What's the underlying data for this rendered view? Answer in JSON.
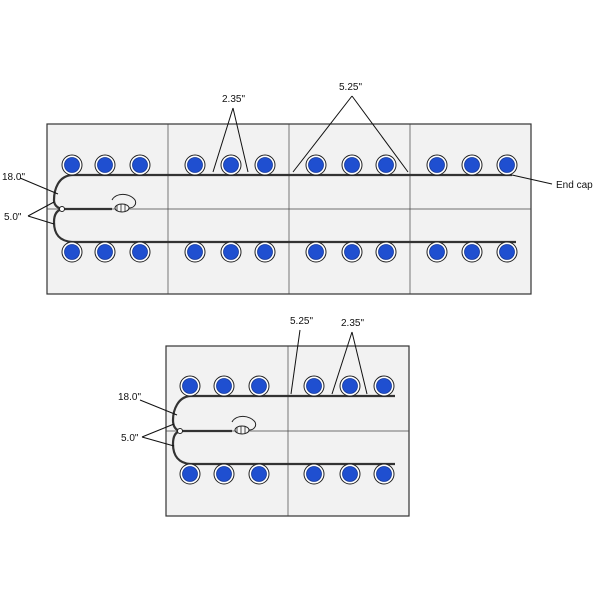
{
  "labels": {
    "spacing_short": "2.35\"",
    "spacing_long": "5.25\"",
    "supply_length": "18.0\"",
    "branch_length": "5.0\"",
    "end_cap": "End cap"
  },
  "colors": {
    "pot_fill": "#1f4fd0",
    "panel_fill": "#f2f2f2",
    "line": "#333333"
  },
  "icons": [
    "drip-emitter-icon",
    "tubing-connector-icon"
  ]
}
